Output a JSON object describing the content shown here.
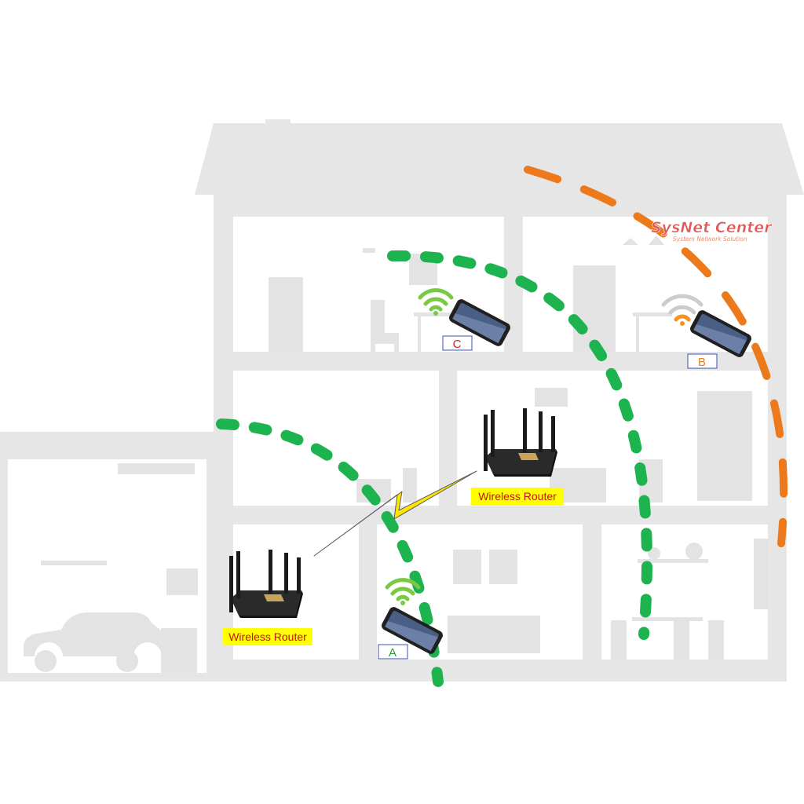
{
  "brand": {
    "name": "SysNet Center",
    "tagline": "System Network Solution"
  },
  "routers": [
    {
      "id": "downstairs",
      "label": "Wireless Router"
    },
    {
      "id": "upstairs",
      "label": "Wireless Router"
    }
  ],
  "devices": [
    {
      "id": "A",
      "label": "A",
      "signal_strength": "full",
      "signal_color": "#7ac943",
      "label_color": "#22a33a"
    },
    {
      "id": "B",
      "label": "B",
      "signal_strength": "weak",
      "signal_color": "#f7931e",
      "label_color": "#e87f1f"
    },
    {
      "id": "C",
      "label": "C",
      "signal_strength": "full",
      "signal_color": "#7ac943",
      "label_color": "#d42020"
    }
  ],
  "colors": {
    "house": "#e6e6e6",
    "house_detail": "#d3d3d3",
    "coverage_good": "#1db34f",
    "coverage_weak": "#ec7a1c",
    "label_bg": "#ffff00",
    "label_text": "#c0141b",
    "link_bolt": "#ffe600",
    "brand_text": "#e05a5a"
  }
}
